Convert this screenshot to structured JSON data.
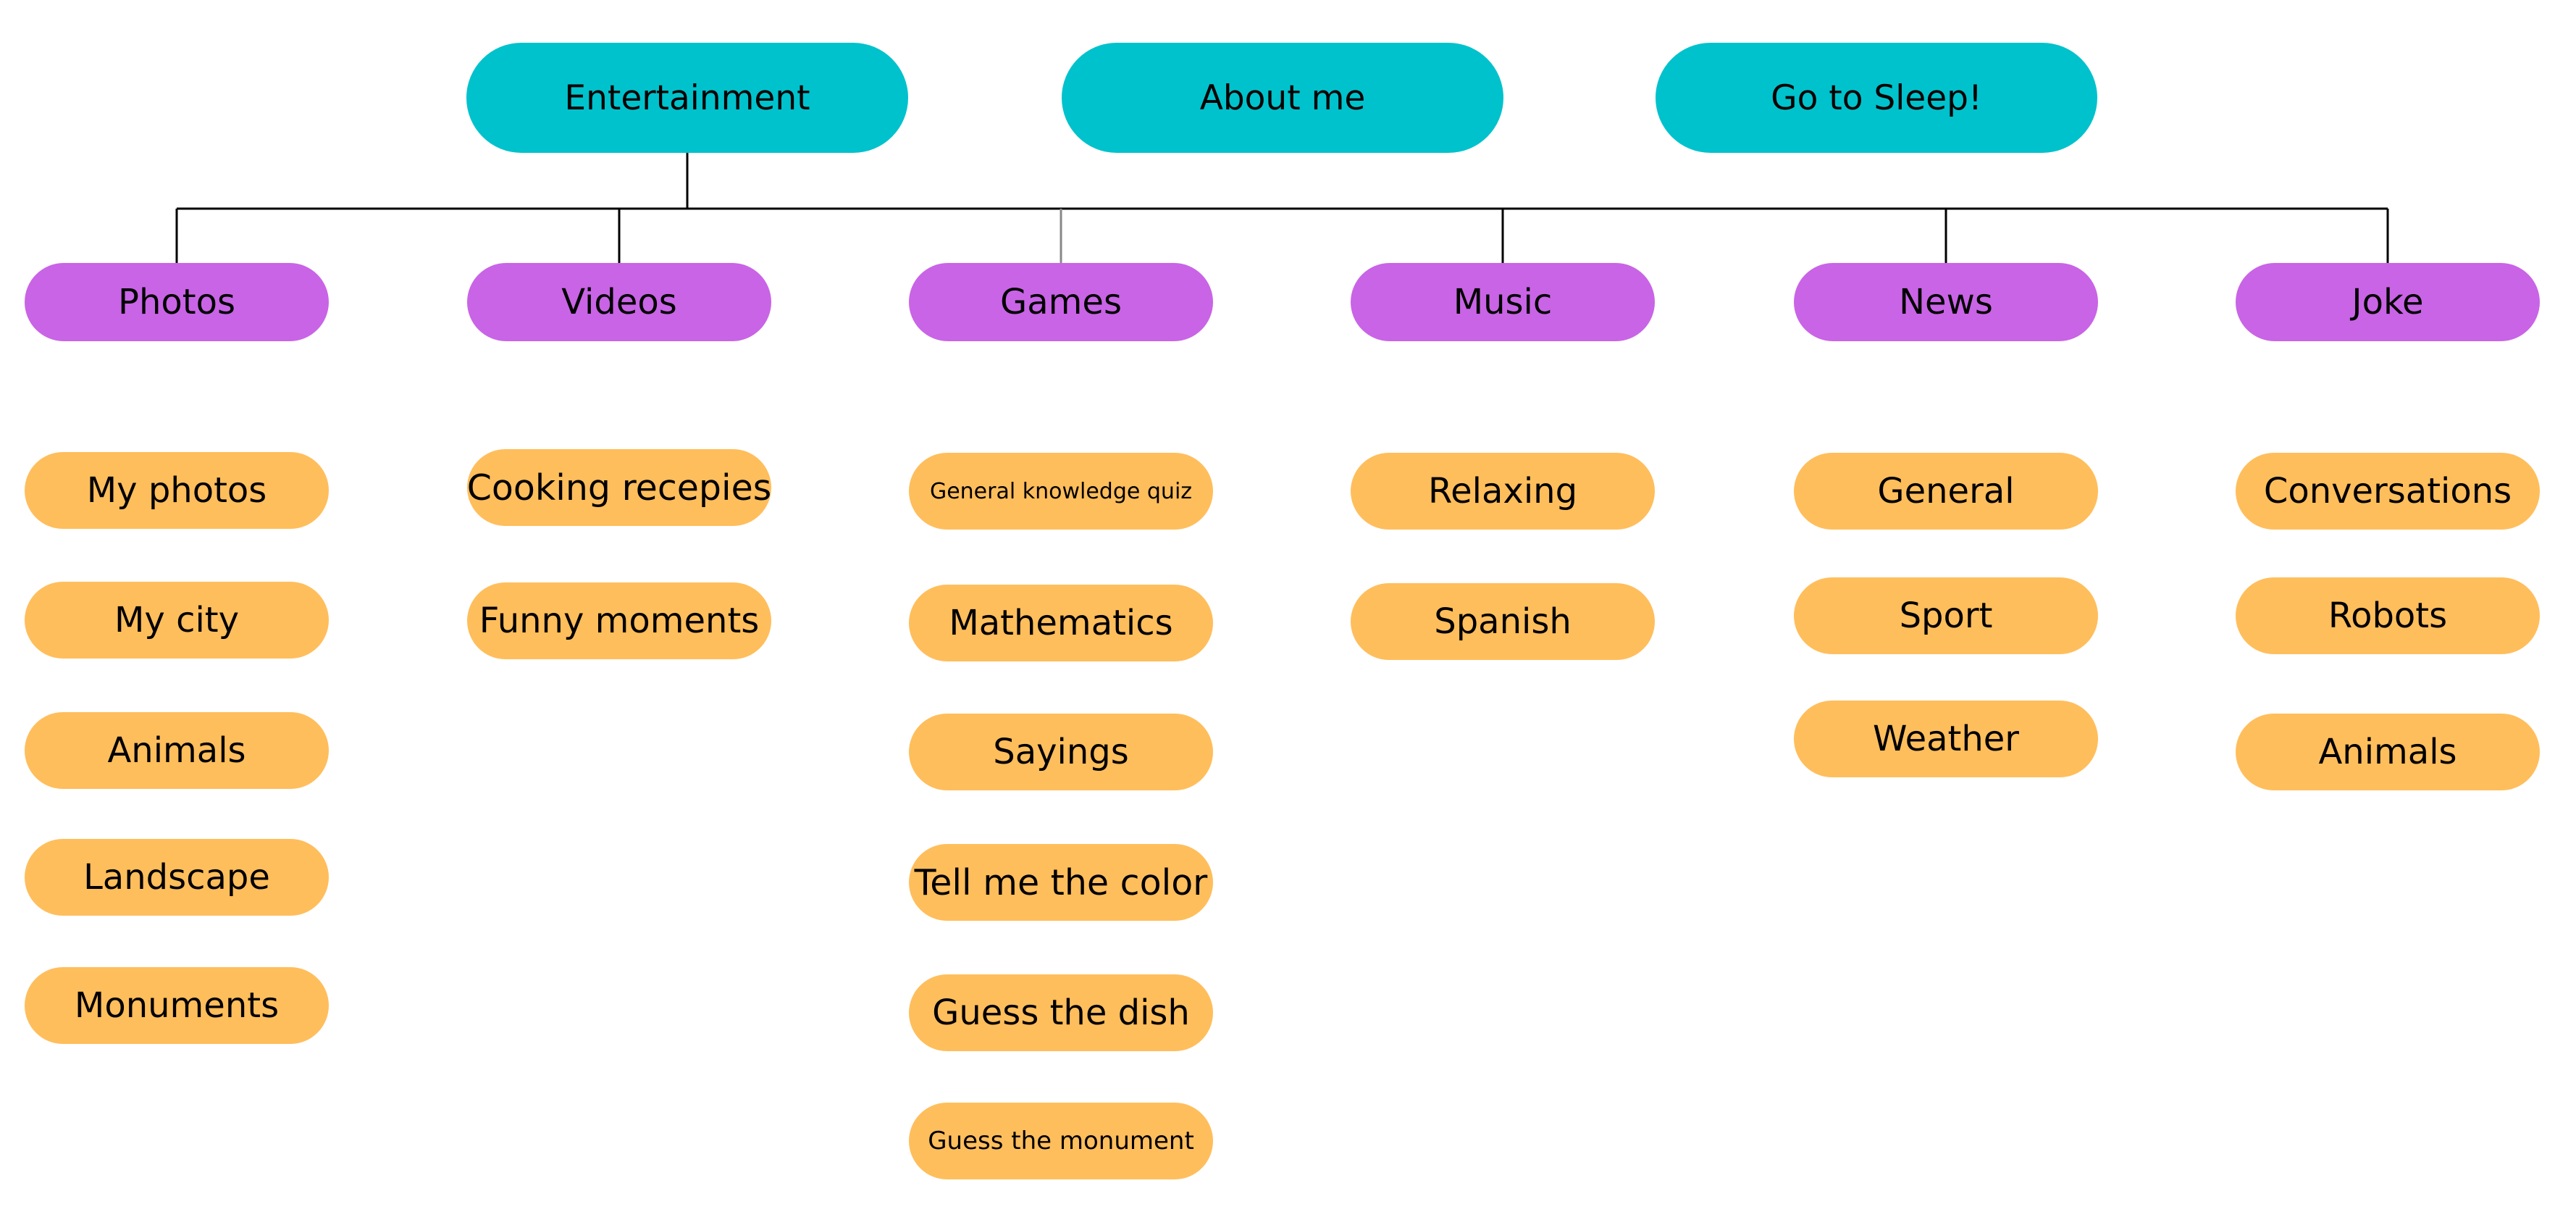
{
  "top_nodes": {
    "entertainment": "Entertainment",
    "about_me": "About me",
    "go_to_sleep": "Go to Sleep!"
  },
  "categories": {
    "photos": {
      "label": "Photos",
      "items": [
        "My photos",
        "My city",
        "Animals",
        "Landscape",
        "Monuments"
      ]
    },
    "videos": {
      "label": "Videos",
      "items": [
        "Cooking recepies",
        "Funny moments"
      ]
    },
    "games": {
      "label": "Games",
      "items": [
        "General knowledge quiz",
        "Mathematics",
        "Sayings",
        "Tell me the color",
        "Guess the dish",
        "Guess the monument"
      ]
    },
    "music": {
      "label": "Music",
      "items": [
        "Relaxing",
        "Spanish"
      ]
    },
    "news": {
      "label": "News",
      "items": [
        "General",
        "Sport",
        "Weather"
      ]
    },
    "joke": {
      "label": "Joke",
      "items": [
        "Conversations",
        "Robots",
        "Animals"
      ]
    }
  },
  "colors": {
    "top_node": "#00c2cc",
    "category_node": "#c964e6",
    "item_node": "#ffbe5c",
    "connector": "#000000",
    "background": "#ffffff"
  }
}
